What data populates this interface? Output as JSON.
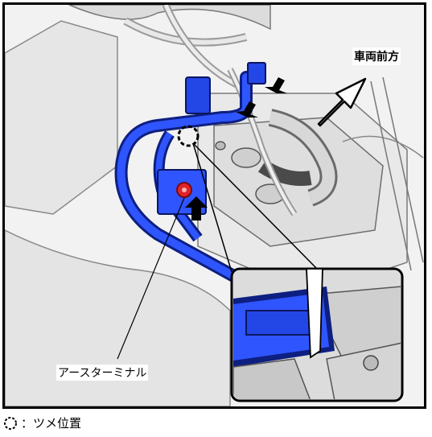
{
  "labels": {
    "vehicle_front": "車両前方",
    "ground_terminal": "アースターミナル"
  },
  "legend": {
    "text": "：ツメ位置"
  },
  "colors": {
    "harness_blue": "#1f3fd6",
    "terminal_red": "#e0242a",
    "outline": "#000000"
  }
}
